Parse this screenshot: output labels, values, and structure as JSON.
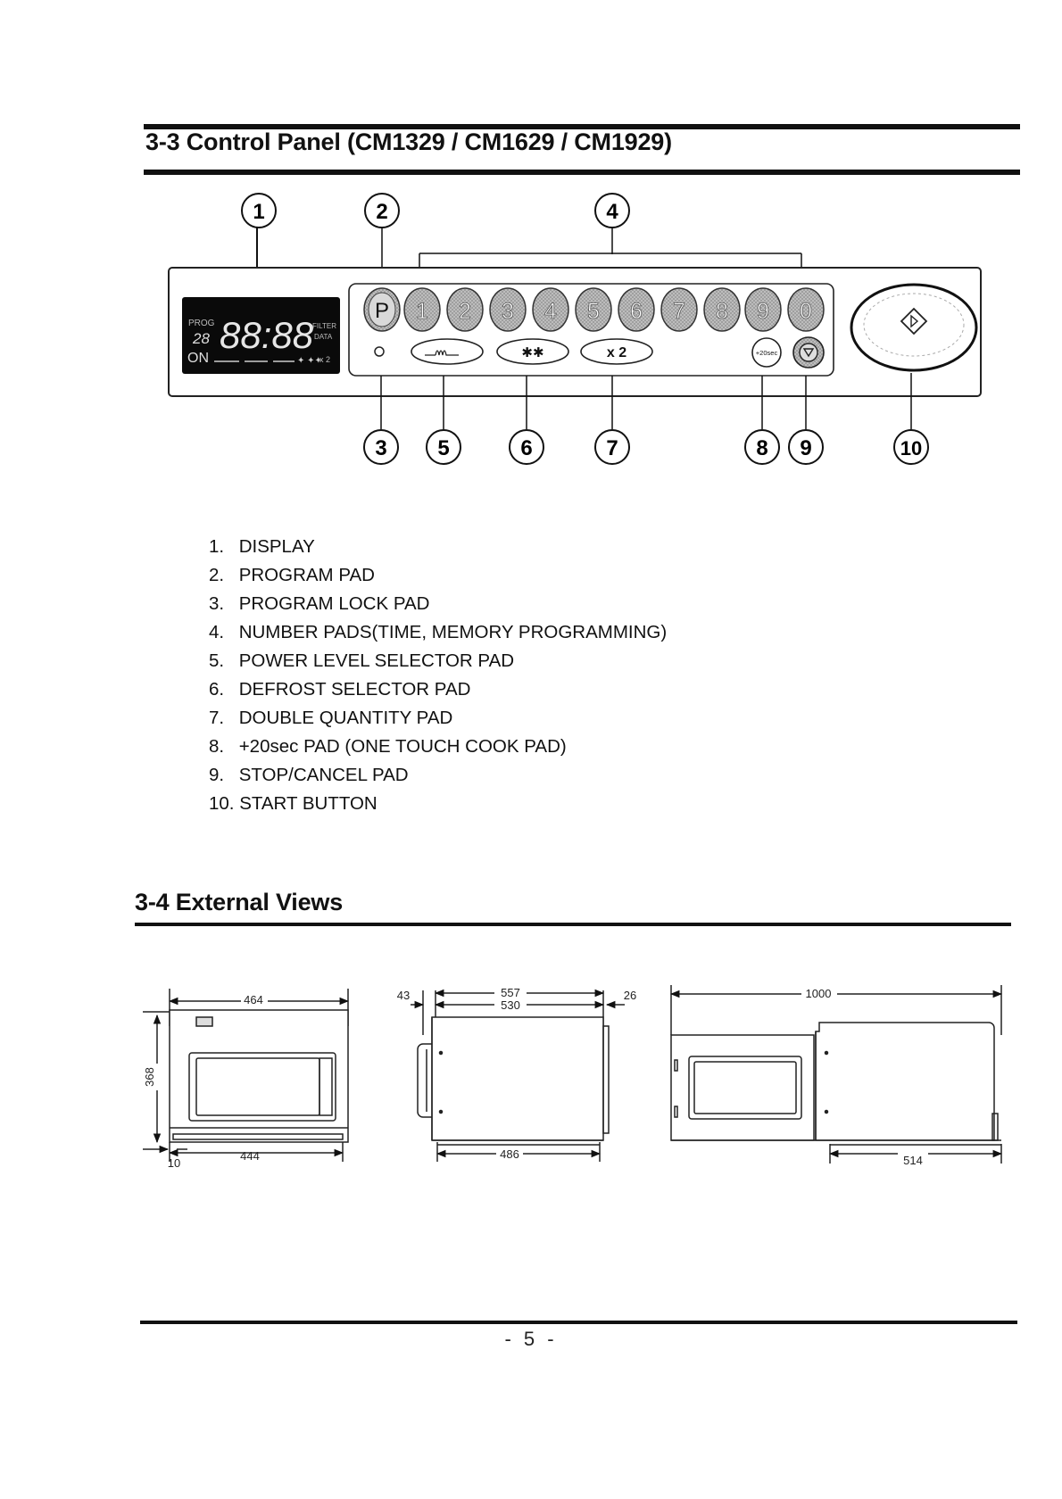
{
  "sections": {
    "control_panel": {
      "heading": "3-3 Control Panel (CM1329 / CM1629 / CM1929)",
      "callouts": [
        "1",
        "2",
        "3",
        "4",
        "5",
        "6",
        "7",
        "8",
        "9",
        "10"
      ],
      "display": {
        "label_prog": "PROG",
        "digits_small": "28",
        "digits_main": "88:88",
        "label_right_top": "FILTER",
        "label_right_bottom": "DATA",
        "label_on": "ON",
        "label_x2": "x 2"
      },
      "pads": {
        "program": "P",
        "numbers": [
          "1",
          "2",
          "3",
          "4",
          "5",
          "6",
          "7",
          "8",
          "9",
          "0"
        ],
        "double_quantity": "x 2",
        "plus20": "+20sec"
      },
      "legend": [
        {
          "num": "1.",
          "text": "DISPLAY"
        },
        {
          "num": "2.",
          "text": "PROGRAM PAD"
        },
        {
          "num": "3.",
          "text": "PROGRAM LOCK PAD"
        },
        {
          "num": "4.",
          "text": "NUMBER PADS(TIME, MEMORY PROGRAMMING)"
        },
        {
          "num": "5.",
          "text": "POWER LEVEL SELECTOR PAD"
        },
        {
          "num": "6.",
          "text": "DEFROST SELECTOR PAD"
        },
        {
          "num": "7.",
          "text": "DOUBLE QUANTITY PAD"
        },
        {
          "num": "8.",
          "text": "+20sec PAD (ONE TOUCH COOK PAD)"
        },
        {
          "num": "9.",
          "text": "STOP/CANCEL PAD"
        },
        {
          "num": "10.",
          "text": "START BUTTON"
        }
      ]
    },
    "external_views": {
      "heading": "3-4 External Views",
      "front": {
        "width_top": "464",
        "height": "368",
        "width_bottom": "444",
        "offset": "10"
      },
      "side": {
        "depth_total": "557",
        "depth_body": "530",
        "front_protrusion": "43",
        "rear": "26",
        "base": "486"
      },
      "open": {
        "total": "1000",
        "base": "514"
      }
    }
  },
  "footer": {
    "page_number": "- 5 -"
  }
}
